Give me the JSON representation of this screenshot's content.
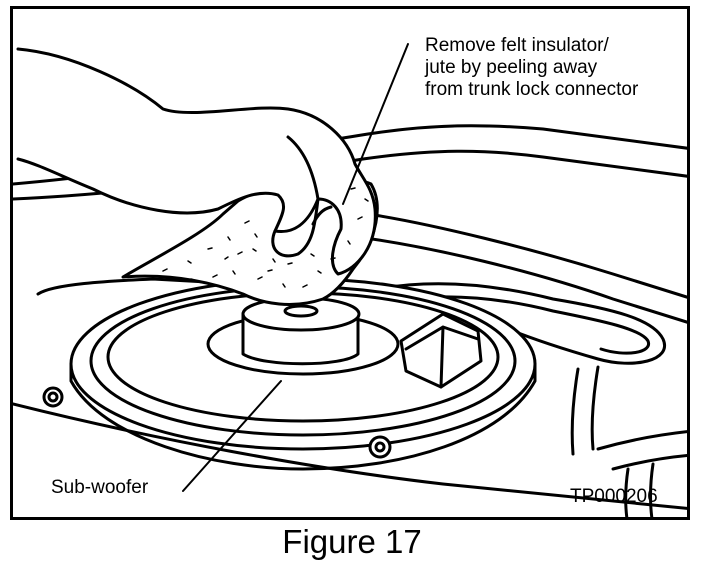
{
  "callouts": {
    "felt_line1": "Remove felt insulator/",
    "felt_line2": "jute by peeling away",
    "felt_line3": "from trunk lock connector",
    "subwoofer": "Sub-woofer"
  },
  "reference_code": "TP000206",
  "caption": "Figure 17"
}
